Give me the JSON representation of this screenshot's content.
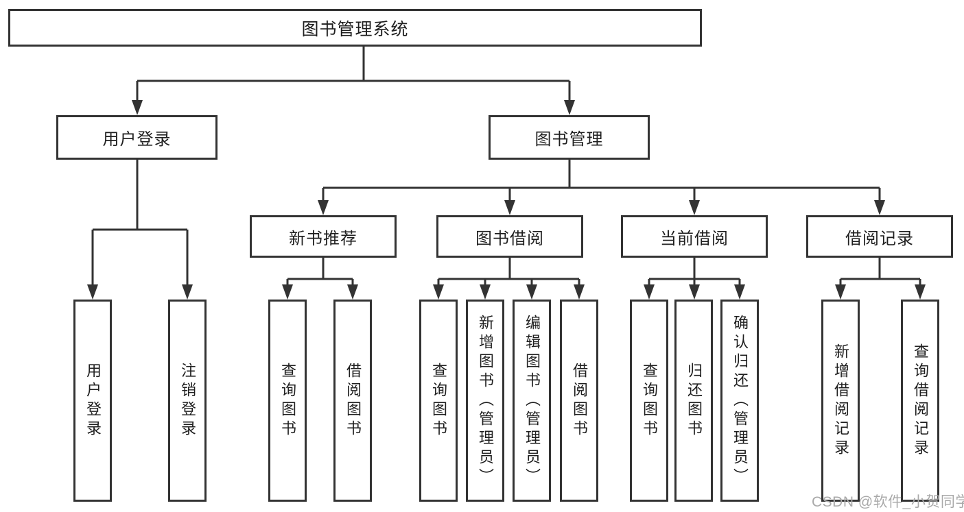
{
  "nodes": {
    "root": {
      "label": "图书管理系统"
    },
    "user_login": {
      "label": "用户登录"
    },
    "book_management": {
      "label": "图书管理"
    },
    "new_book_recommend": {
      "label": "新书推荐"
    },
    "book_borrow": {
      "label": "图书借阅"
    },
    "current_borrow": {
      "label": "当前借阅"
    },
    "borrow_record": {
      "label": "借阅记录"
    },
    "leaf_login": {
      "label": "用户登录"
    },
    "leaf_logout": {
      "label": "注销登录"
    },
    "leaf_recommend_query": {
      "label": "查询图书"
    },
    "leaf_recommend_borrow": {
      "label": "借阅图书"
    },
    "leaf_borrow_query": {
      "label": "查询图书"
    },
    "leaf_borrow_add": {
      "label": "新增图书（管理员）"
    },
    "leaf_borrow_edit": {
      "label": "编辑图书（管理员）"
    },
    "leaf_borrow_borrow": {
      "label": "借阅图书"
    },
    "leaf_current_query": {
      "label": "查询图书"
    },
    "leaf_current_return": {
      "label": "归还图书"
    },
    "leaf_current_confirm": {
      "label": "确认归还（管理员）"
    },
    "leaf_record_add": {
      "label": "新增借阅记录"
    },
    "leaf_record_query": {
      "label": "查询借阅记录"
    }
  },
  "watermark": {
    "text": "CSDN @软件_小贺同学"
  },
  "colors": {
    "line": "#333333",
    "box_border": "#333333",
    "text": "#1f1f1f",
    "watermark": "#a9a9a9",
    "background": "#ffffff"
  }
}
